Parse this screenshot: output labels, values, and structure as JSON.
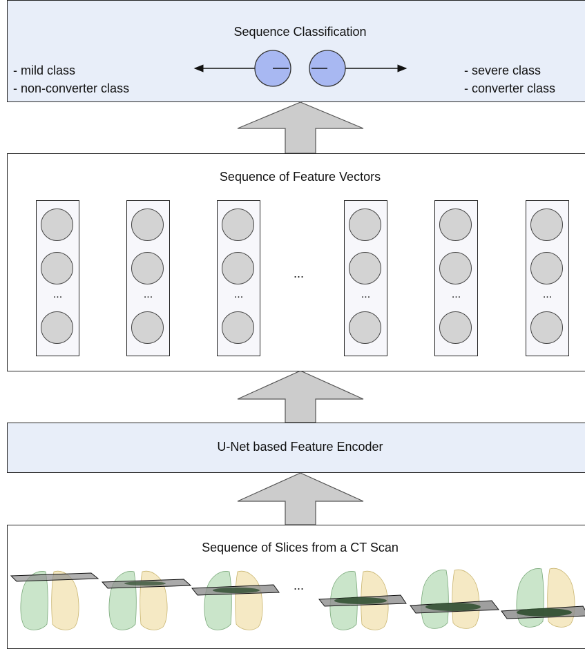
{
  "classification": {
    "title": "Sequence Classification",
    "left_classes": [
      "- mild class",
      "- non-converter class"
    ],
    "right_classes": [
      "- severe class",
      "- converter class"
    ],
    "node_color": "#a8b8f2"
  },
  "feature_vectors": {
    "title": "Sequence of Feature Vectors",
    "column_dots": "...",
    "ellipsis": "...",
    "node_color": "#d3d3d3"
  },
  "encoder": {
    "title": "U-Net based Feature Encoder",
    "fill_color": "#e8eef9"
  },
  "slices": {
    "title": "Sequence of Slices from a CT Scan",
    "ellipsis": "...",
    "lung_left_color": "#9fcf9f",
    "lung_right_color": "#eedb9c"
  },
  "arrow_color": "#cccccc"
}
